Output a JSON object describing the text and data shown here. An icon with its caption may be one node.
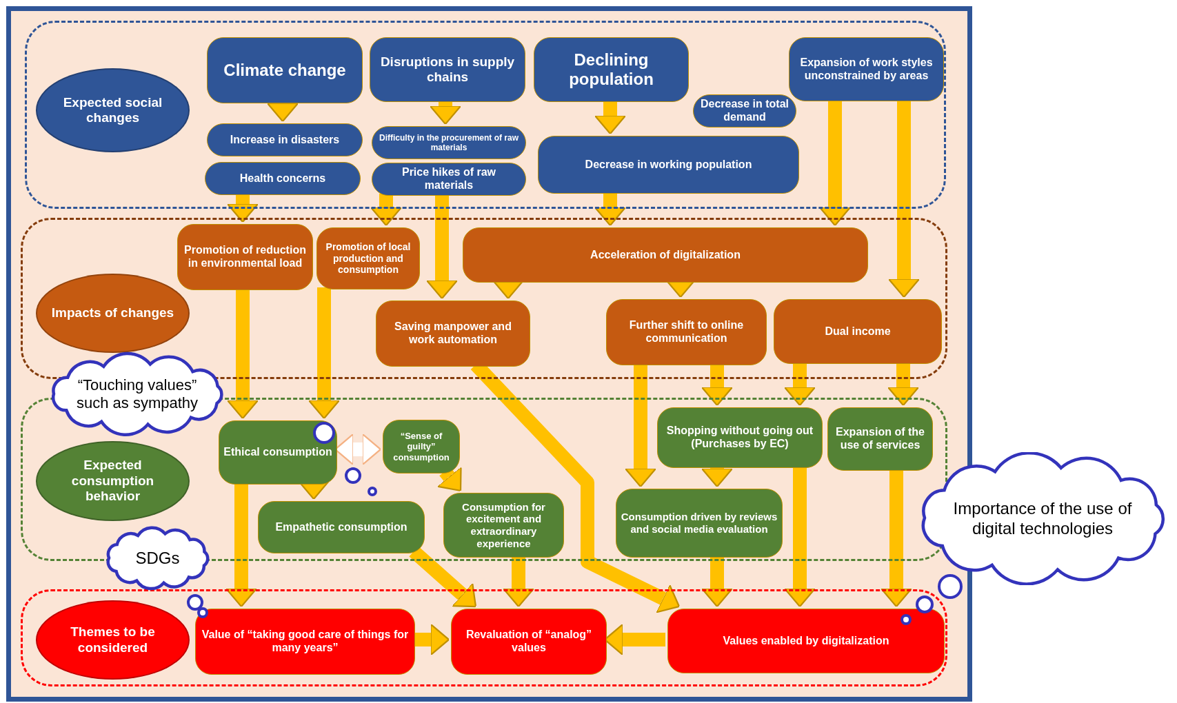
{
  "diagram": {
    "nodes": [
      {
        "text": [],
        "shape": "box"
      },
      {
        "text": [
          "Expected social changes"
        ],
        "in": 0
      },
      {
        "text": [
          "Climate change"
        ],
        "in": 0
      },
      {
        "text": [
          "Disruptions in supply chains"
        ],
        "in": 0
      },
      {
        "text": [
          "Declining population"
        ],
        "in": 0
      },
      {
        "text": [
          "Expansion of work styles unconstrained by areas"
        ],
        "in": 0
      },
      {
        "text": [
          "Decrease in total demand"
        ],
        "in": 0
      },
      {
        "text": [
          "Increase in disasters"
        ],
        "in": 0
      },
      {
        "text": [
          "Difficulty in the procurement of raw materials"
        ],
        "in": 0
      },
      {
        "text": [
          "Health concerns"
        ],
        "in": 0
      },
      {
        "text": [
          "Price hikes of raw materials"
        ],
        "in": 0
      },
      {
        "text": [
          "Decrease in working population"
        ],
        "in": 0
      },
      {
        "text": [],
        "shape": "box"
      },
      {
        "text": [
          "Impacts of changes"
        ],
        "in": 12
      },
      {
        "text": [
          "Promotion of reduction in environmental load"
        ],
        "in": 12
      },
      {
        "text": [
          "Promotion of local production and consumption"
        ],
        "in": 12
      },
      {
        "text": [
          "Acceleration of digitalization"
        ],
        "in": 12
      },
      {
        "text": [
          "Saving manpower and work automation"
        ],
        "in": 12
      },
      {
        "text": [
          "Further shift to online communication"
        ],
        "in": 12
      },
      {
        "text": [
          "Dual income"
        ],
        "in": 12
      },
      {
        "text": [],
        "shape": "box"
      },
      {
        "text": [
          "Expected consumption behavior"
        ],
        "in": 20
      },
      {
        "text": [
          "Ethical consumption"
        ],
        "in": 20
      },
      {
        "text": [
          "“Sense of guilty” consumption"
        ],
        "in": 20
      },
      {
        "text": [
          "Shopping without going out (Purchases by EC)"
        ],
        "in": 20
      },
      {
        "text": [
          "Expansion of the use of services"
        ],
        "in": 20
      },
      {
        "text": [
          "Empathetic consumption"
        ],
        "in": 20
      },
      {
        "text": [
          "Consumption for excitement and extraordinary experience"
        ],
        "in": 20
      },
      {
        "text": [
          "Consumption driven by reviews and social media evaluation"
        ],
        "in": 20
      },
      {
        "text": [],
        "shape": "box"
      },
      {
        "text": [
          "Themes to be considered"
        ],
        "in": 29
      },
      {
        "text": [
          "Value of “taking good care of things for many years”"
        ],
        "in": 29
      },
      {
        "text": [
          "Revaluation of “analog” values"
        ],
        "in": 29
      },
      {
        "text": [
          "Values enabled by digitalization"
        ],
        "in": 29
      },
      {
        "text": [
          "“Touching values” such as sympathy"
        ]
      },
      {
        "text": [
          "SDGs"
        ]
      },
      {
        "text": [
          "Importance of the use of digital technologies"
        ]
      }
    ],
    "edges": [
      {
        "from": 2,
        "to": 7,
        "arrow": "to"
      },
      {
        "from": 3,
        "to": 8,
        "arrow": "to"
      },
      {
        "from": 4,
        "to": 11,
        "arrow": "to"
      },
      {
        "from": 9,
        "to": 14,
        "arrow": "to"
      },
      {
        "from": 10,
        "to": 15,
        "arrow": "to"
      },
      {
        "from": 10,
        "to": 17,
        "arrow": "to"
      },
      {
        "from": 11,
        "to": 16,
        "arrow": "to"
      },
      {
        "from": 5,
        "to": 16,
        "arrow": "to"
      },
      {
        "from": 5,
        "to": 19,
        "arrow": "to"
      },
      {
        "from": 16,
        "to": 17,
        "arrow": "to"
      },
      {
        "from": 16,
        "to": 18,
        "arrow": "to"
      },
      {
        "from": 14,
        "to": 22,
        "arrow": "to"
      },
      {
        "from": 15,
        "to": 22,
        "arrow": "to"
      },
      {
        "from": 17,
        "to": 33,
        "arrow": "to"
      },
      {
        "from": 18,
        "to": 28,
        "arrow": "to"
      },
      {
        "from": 18,
        "to": 24,
        "arrow": "to"
      },
      {
        "from": 19,
        "to": 24,
        "arrow": "to"
      },
      {
        "from": 19,
        "to": 25,
        "arrow": "to"
      },
      {
        "from": 22,
        "to": 23,
        "arrow": "both",
        "color": "#ffffff"
      },
      {
        "from": 22,
        "to": 26,
        "arrow": "to"
      },
      {
        "from": 22,
        "to": 31,
        "arrow": "to"
      },
      {
        "from": 23,
        "to": 27,
        "arrow": "to"
      },
      {
        "from": 26,
        "to": 32,
        "arrow": "to"
      },
      {
        "from": 27,
        "to": 32,
        "arrow": "to"
      },
      {
        "from": 24,
        "to": 28,
        "arrow": "to"
      },
      {
        "from": 24,
        "to": 33,
        "arrow": "to"
      },
      {
        "from": 25,
        "to": 33,
        "arrow": "to"
      },
      {
        "from": 28,
        "to": 33,
        "arrow": "to"
      },
      {
        "from": 31,
        "to": 32,
        "arrow": "to"
      },
      {
        "from": 33,
        "to": 32,
        "arrow": "to"
      }
    ]
  }
}
